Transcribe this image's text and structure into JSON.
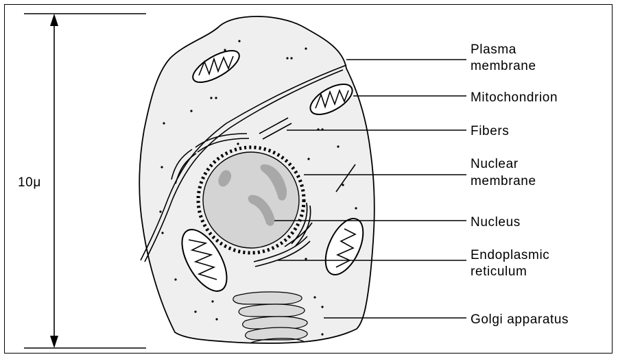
{
  "scale": {
    "label": "10μ"
  },
  "labels": {
    "plasma_membrane_line1": "Plasma",
    "plasma_membrane_line2": "membrane",
    "mitochondrion": "Mitochondrion",
    "fibers": "Fibers",
    "nuclear_membrane_line1": "Nuclear",
    "nuclear_membrane_line2": "membrane",
    "nucleus": "Nucleus",
    "endoplasmic_reticulum_line1": "Endoplasmic",
    "endoplasmic_reticulum_line2": "reticulum",
    "golgi_apparatus": "Golgi apparatus"
  },
  "colors": {
    "cytoplasm": "#efefef",
    "nucleus": "#d4d4d4",
    "nucleolus": "#a8a8a8",
    "golgi": "#d9d9d9",
    "ink": "#000000"
  }
}
